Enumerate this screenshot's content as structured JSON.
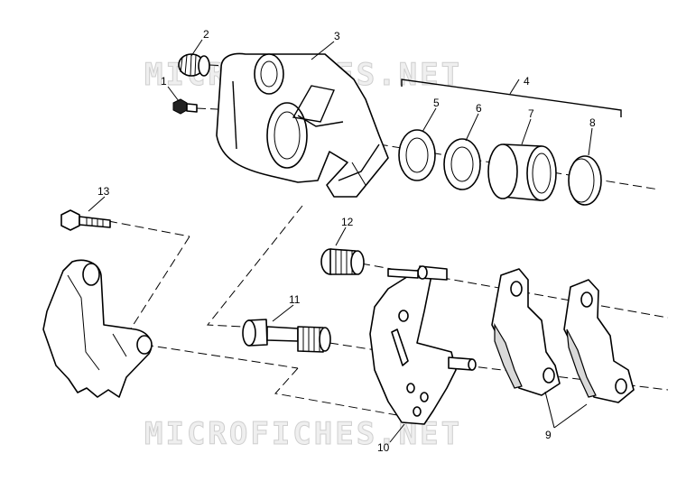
{
  "watermark": "MICROFICHES.NET",
  "callouts": {
    "c1": "1",
    "c2": "2",
    "c3": "3",
    "c4": "4",
    "c5": "5",
    "c6": "6",
    "c7": "7",
    "c8": "8",
    "c9": "9",
    "c10": "10",
    "c11": "11",
    "c12": "12",
    "c13": "13"
  }
}
